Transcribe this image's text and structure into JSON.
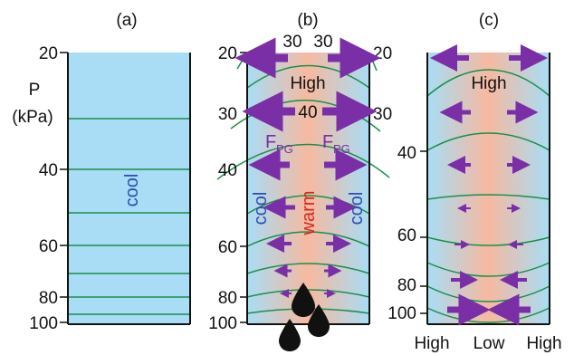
{
  "panels": {
    "a": {
      "label": "(a)",
      "axis_title_line1": "P",
      "axis_title_line2": "(kPa)",
      "ticks": [
        "20",
        "40",
        "60",
        "80",
        "100"
      ],
      "air_label": "cool"
    },
    "b": {
      "label": "(b)",
      "ticks_left": [
        "20",
        "30",
        "40",
        "60",
        "80",
        "100"
      ],
      "ticks_right": [
        "20",
        "30"
      ],
      "top_values": [
        "30",
        "30"
      ],
      "mid_value": "40",
      "high_label": "High",
      "force_label_main": "F",
      "force_label_sub": "PG",
      "cool_label": "cool",
      "warm_label": "warm"
    },
    "c": {
      "label": "(c)",
      "ticks": [
        "40",
        "60",
        "80",
        "100"
      ],
      "high_label": "High",
      "bottom_labels": [
        "High",
        "Low",
        "High"
      ]
    }
  },
  "colors": {
    "cool_fill": "#a8ddf5",
    "warm_fill": "#f6b9a0",
    "isobar": "#1a8f4a",
    "arrow": "#7a2fa6",
    "high_text": "#222222",
    "cool_text": "#2a4db5",
    "warm_text": "#d8261f",
    "drop": "#111111"
  },
  "icons": [
    "rain-drop-icon"
  ]
}
